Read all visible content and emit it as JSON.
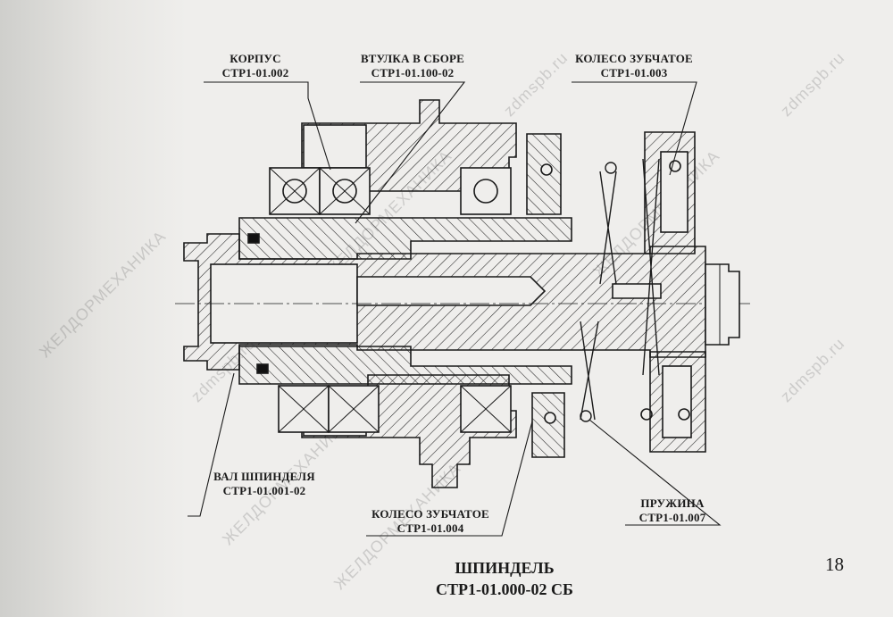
{
  "labels": {
    "korpus": {
      "name": "КОРПУС",
      "code": "СТР1-01.002"
    },
    "vtulka": {
      "name": "ВТУЛКА В СБОРЕ",
      "code": "СТР1-01.100-02"
    },
    "koleso_top": {
      "name": "КОЛЕСО ЗУБЧАТОЕ",
      "code": "СТР1-01.003"
    },
    "val": {
      "name": "ВАЛ ШПИНДЕЛЯ",
      "code": "СТР1-01.001-02"
    },
    "koleso_bottom": {
      "name": "КОЛЕСО ЗУБЧАТОЕ",
      "code": "СТР1-01.004"
    },
    "pruzhina": {
      "name": "ПРУЖИНА",
      "code": "СТР1-01.007"
    }
  },
  "title": {
    "line1": "ШПИНДЕЛЬ",
    "line2": "СТР1-01.000-02 СБ"
  },
  "page_number": "18",
  "watermarks": {
    "text1": "ЖЕЛДОРМЕХАНИКА",
    "text2": "zdmspb.ru"
  }
}
